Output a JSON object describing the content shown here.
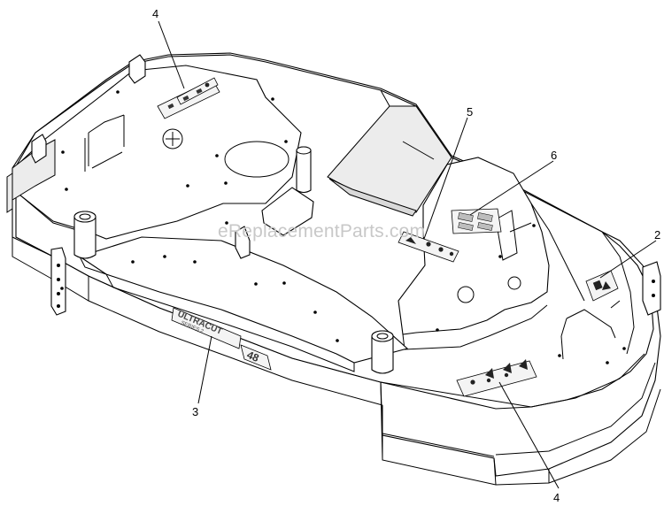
{
  "callouts": [
    {
      "id": "c4a",
      "label": "4"
    },
    {
      "id": "c5",
      "label": "5"
    },
    {
      "id": "c6",
      "label": "6"
    },
    {
      "id": "c2",
      "label": "2"
    },
    {
      "id": "c3",
      "label": "3"
    },
    {
      "id": "c4b",
      "label": "4"
    }
  ],
  "watermark": "eReplacementParts.com",
  "deck_emblem_text": "ULTRACUT",
  "deck_emblem_subtext": "SERIES 2",
  "deck_emblem_model": "48"
}
